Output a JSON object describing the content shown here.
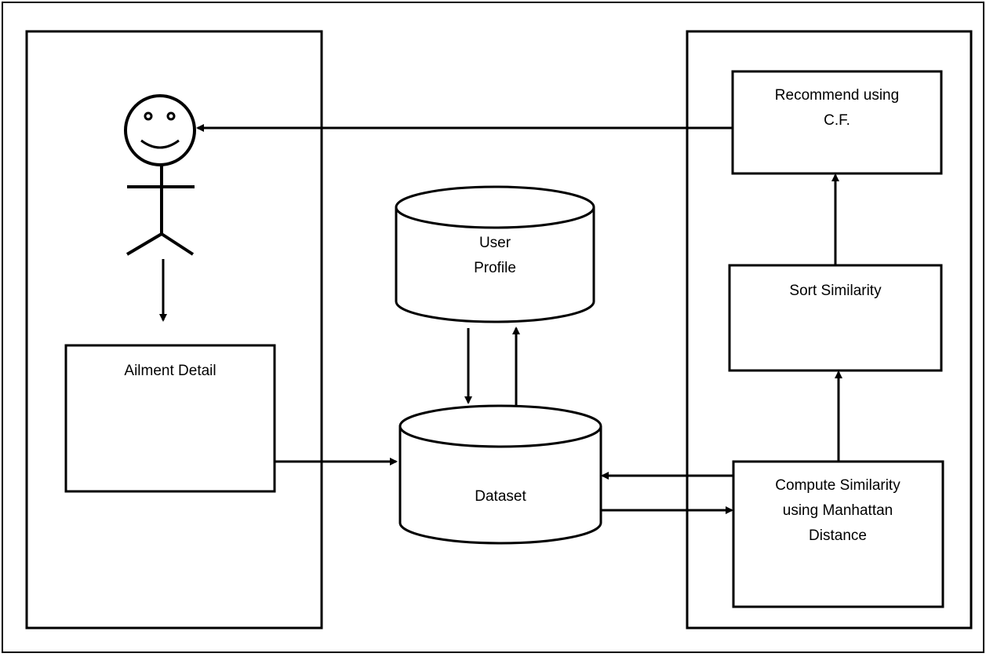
{
  "diagram": {
    "ailment_label": "Ailment Detail",
    "user_profile_line1": "User",
    "user_profile_line2": "Profile",
    "dataset_label": "Dataset",
    "recommend_line1": "Recommend using",
    "recommend_line2": "C.F.",
    "sort_label": "Sort Similarity",
    "compute_line1": "Compute Similarity",
    "compute_line2": "using Manhattan",
    "compute_line3": "Distance"
  }
}
